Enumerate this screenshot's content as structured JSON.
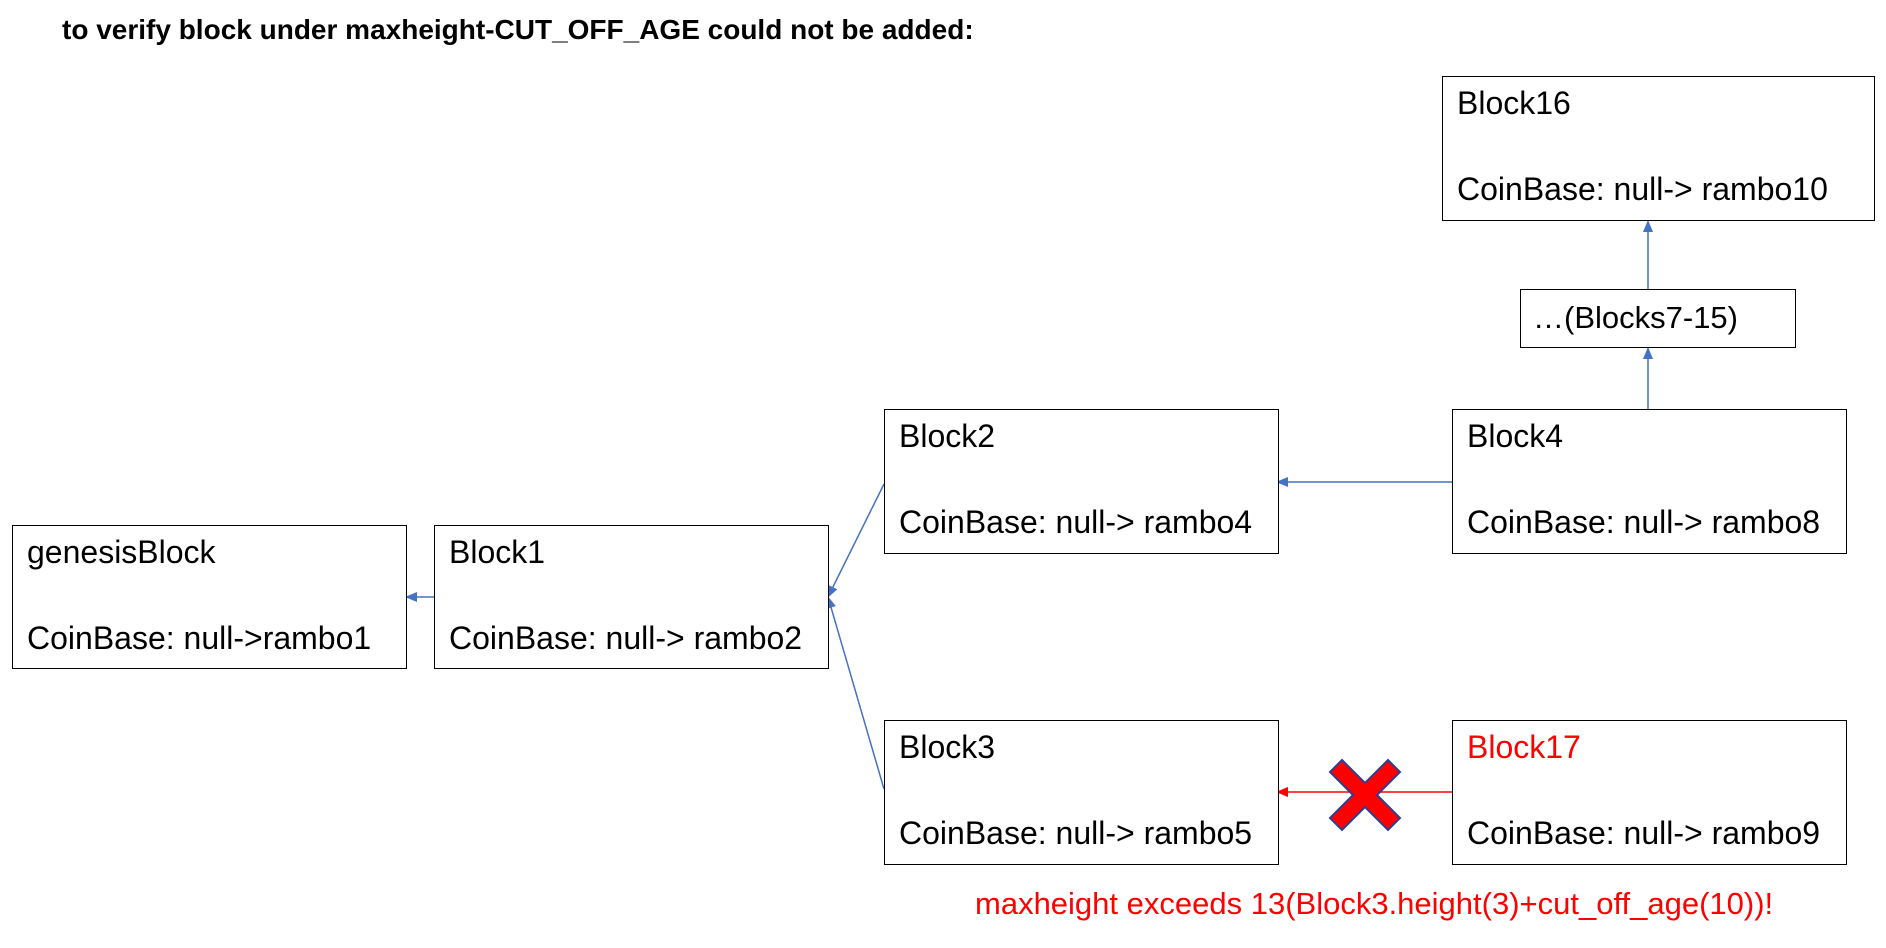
{
  "title": "to verify block under maxheight-CUT_OFF_AGE could not be added:",
  "blocks": {
    "genesis": {
      "name": "genesisBlock",
      "coinbase": "CoinBase: null->rambo1"
    },
    "b1": {
      "name": "Block1",
      "coinbase": "CoinBase: null-> rambo2"
    },
    "b2": {
      "name": "Block2",
      "coinbase": "CoinBase: null-> rambo4"
    },
    "b3": {
      "name": "Block3",
      "coinbase": "CoinBase: null-> rambo5"
    },
    "b4": {
      "name": "Block4",
      "coinbase": "CoinBase: null-> rambo8"
    },
    "b16": {
      "name": "Block16",
      "coinbase": "CoinBase: null-> rambo10"
    },
    "b17": {
      "name": "Block17",
      "coinbase": "CoinBase: null-> rambo9"
    }
  },
  "intermediate": "…(Blocks7-15)",
  "note": "maxheight exceeds 13(Block3.height(3)+cut_off_age(10))!",
  "colors": {
    "arrow": "#4472c4",
    "rejected": "#ff0000",
    "cross_outline": "#2f3f8f"
  }
}
